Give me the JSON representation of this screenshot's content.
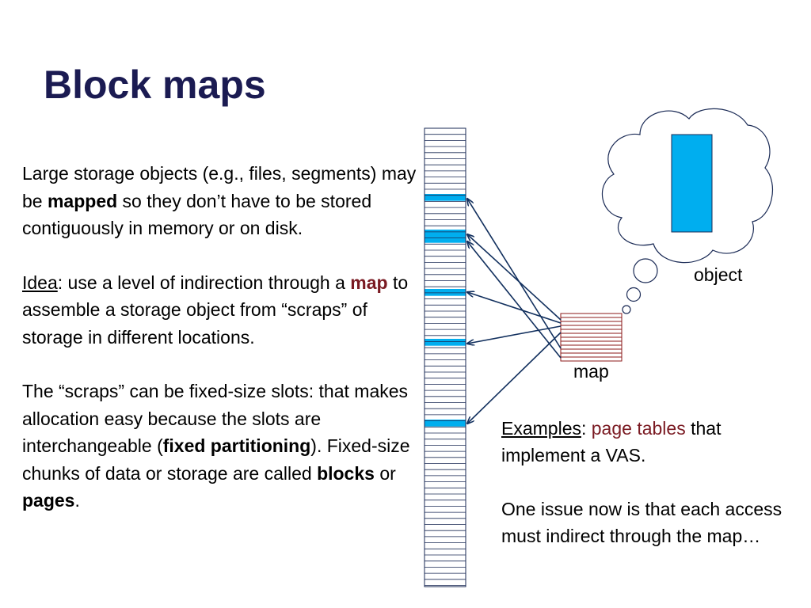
{
  "slide": {
    "title": "Block maps"
  },
  "left_text": {
    "p1": {
      "a": "Large storage objects (e.g., files, segments) may be ",
      "b": "mapped",
      "c": " so they don’t have to be stored contiguously in memory or on disk."
    },
    "p2": {
      "a": "Idea",
      "b": ": use a level of indirection through a ",
      "c": "map",
      "d": " to assemble a storage object from “scraps” of storage in different locations."
    },
    "p3": {
      "a": "The “scraps” can be fixed-size slots: that makes allocation easy because the slots are interchangeable (",
      "b": "fixed partitioning",
      "c": ").  Fixed-size chunks of data or storage are called ",
      "d": "blocks",
      "e": " or ",
      "f": "pages",
      "g": "."
    }
  },
  "right_text": {
    "p1": {
      "a": "Examples",
      "b": ": ",
      "c": "page tables",
      "d": " that implement a VAS."
    },
    "p2": "One issue now is that each access must indirect through the map…"
  },
  "diagram": {
    "object_label": "object",
    "map_label": "map",
    "colors": {
      "block_fill": "#00aeef",
      "arrow": "#12305e",
      "map_lines": "#8b1a1a",
      "memory_border": "#1a2a55"
    }
  }
}
